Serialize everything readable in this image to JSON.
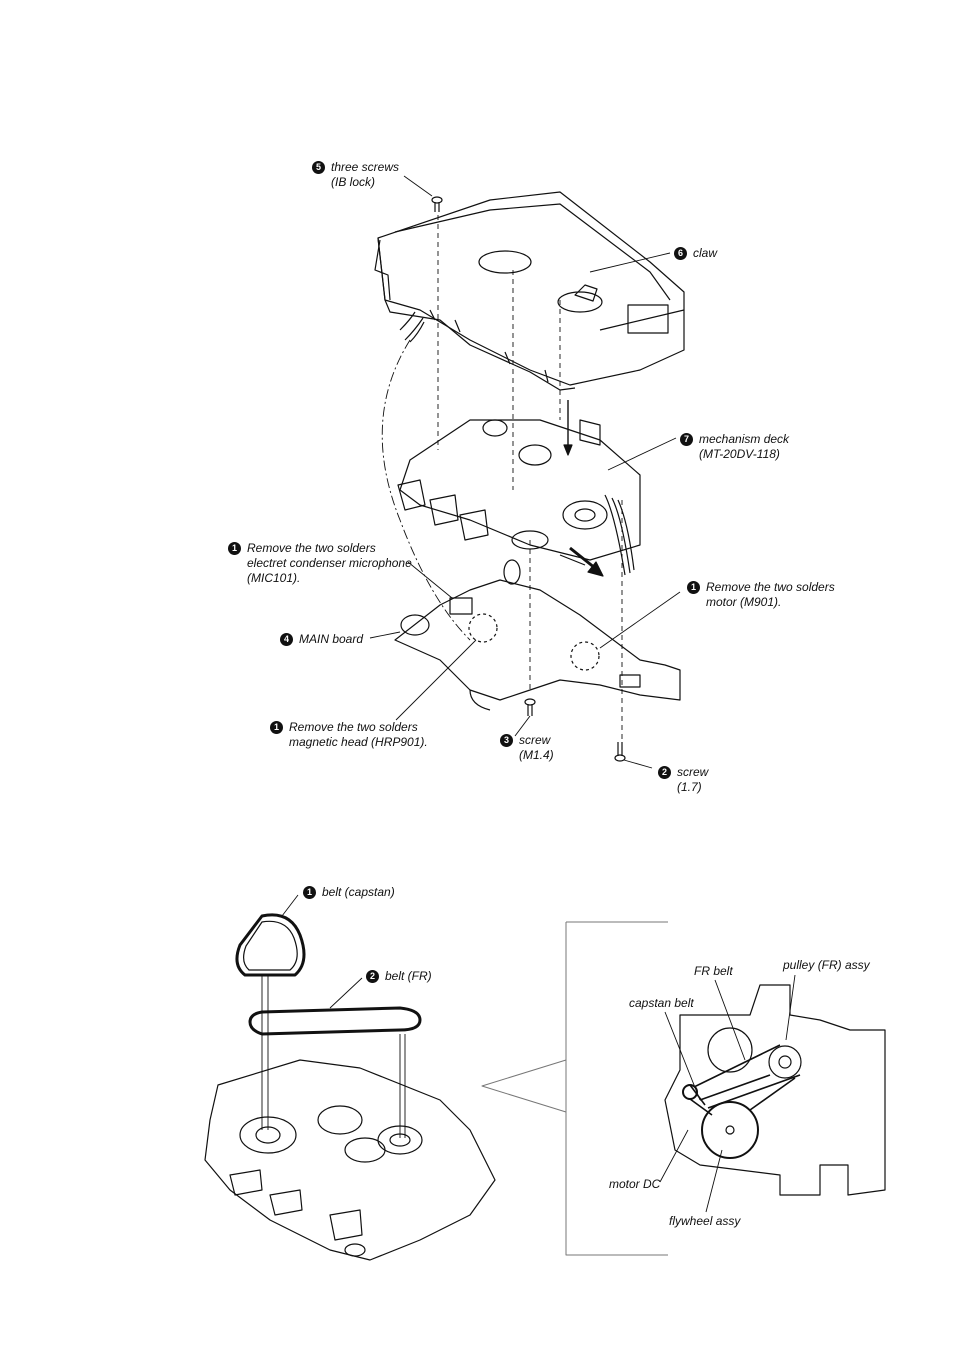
{
  "top_figure": {
    "callouts": [
      {
        "num": "5",
        "lines": [
          "three screws",
          "(IB lock)"
        ]
      },
      {
        "num": "6",
        "lines": [
          "claw"
        ]
      },
      {
        "num": "7",
        "lines": [
          "mechanism deck",
          "(MT-20DV-118)"
        ]
      },
      {
        "num": "1",
        "lines": [
          "Remove the two solders",
          "electret condenser microphone",
          "(MIC101)."
        ]
      },
      {
        "num": "1",
        "lines": [
          "Remove the two solders",
          "motor (M901)."
        ]
      },
      {
        "num": "4",
        "lines": [
          "MAIN board"
        ]
      },
      {
        "num": "1",
        "lines": [
          "Remove the two solders",
          "magnetic head (HRP901)."
        ]
      },
      {
        "num": "3",
        "lines": [
          "screw",
          "(M1.4)"
        ]
      },
      {
        "num": "2",
        "lines": [
          "screw",
          "(1.7)"
        ]
      }
    ]
  },
  "bottom_figure": {
    "callouts": [
      {
        "num": "1",
        "lines": [
          "belt (capstan)"
        ]
      },
      {
        "num": "2",
        "lines": [
          "belt (FR)"
        ]
      }
    ],
    "detail_labels": [
      "FR belt",
      "pulley (FR) assy",
      "capstan belt",
      "motor DC",
      "flywheel assy"
    ]
  }
}
